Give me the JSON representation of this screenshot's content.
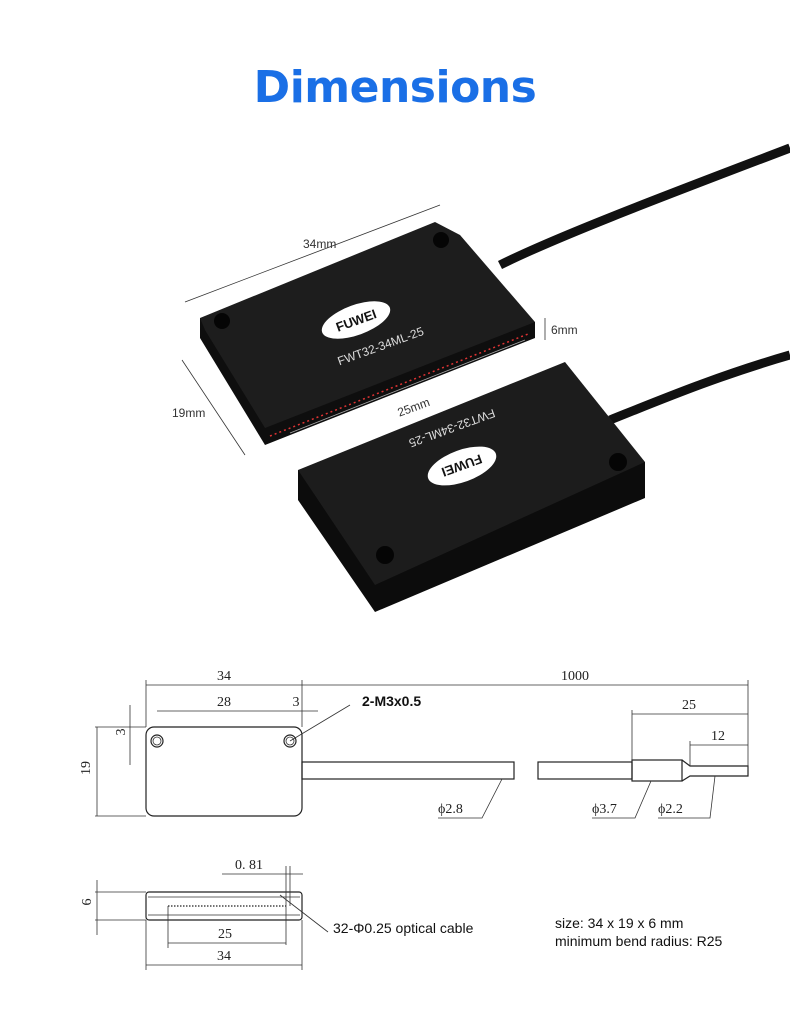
{
  "title": "Dimensions",
  "photo": {
    "length_label": "34mm",
    "width_label": "19mm",
    "height_label": "6mm",
    "sensing_label": "25mm",
    "brand": "FUWEI",
    "model": "FWT32-34ML-25"
  },
  "drawing": {
    "top_view": {
      "length": "34",
      "hole_spacing": "28",
      "hole_offset_x": "3",
      "hole_offset_y": "3",
      "width": "19",
      "cable_length": "1000",
      "tip_length": "25",
      "tip_thin_length": "12",
      "thread_label": "2-M3x0.5",
      "cable_diameter": "ϕ2.8",
      "sleeve_diameter": "ϕ3.7",
      "tip_diameter": "ϕ2.2"
    },
    "side_view": {
      "offset": "0. 81",
      "height": "6",
      "fiber_span": "25",
      "length": "34",
      "fiber_label": "32-Φ0.25 optical cable"
    }
  },
  "specs": {
    "size": "size: 34 x 19 x 6 mm",
    "bend_radius": "minimum bend radius: R25"
  }
}
